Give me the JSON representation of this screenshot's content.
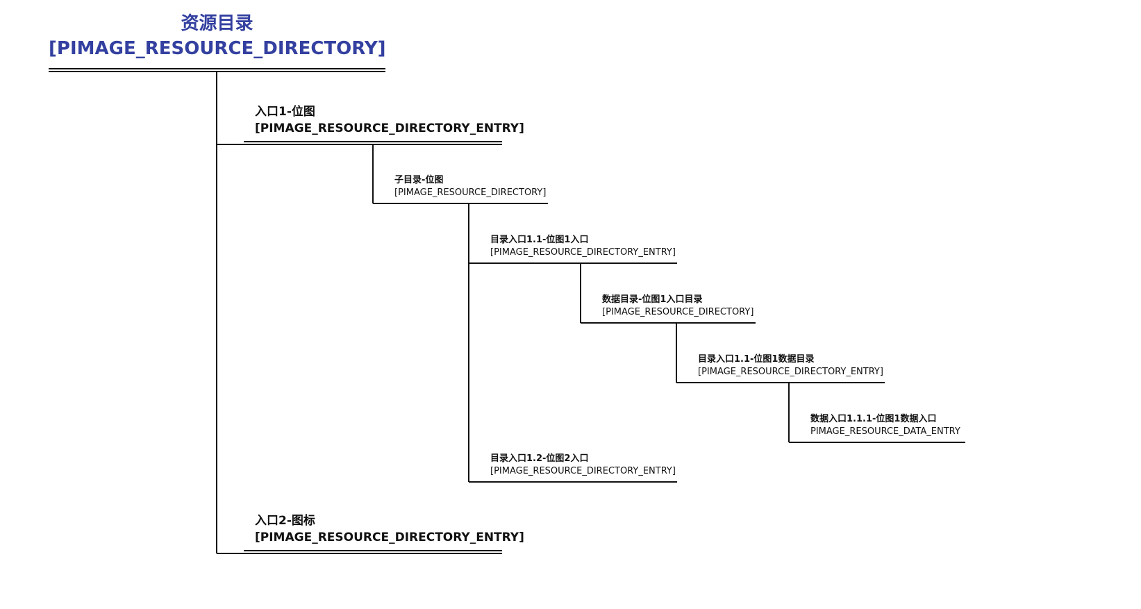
{
  "root": {
    "title": "资源目录",
    "type": "[PIMAGE_RESOURCE_DIRECTORY]"
  },
  "entry_1": {
    "title": "入口1-位图",
    "type": "[PIMAGE_RESOURCE_DIRECTORY_ENTRY]"
  },
  "subdir_bitmap": {
    "title": "子目录-位图",
    "type": "[PIMAGE_RESOURCE_DIRECTORY]"
  },
  "entry_1_1": {
    "title": "目录入口1.1-位图1入口",
    "type": "[PIMAGE_RESOURCE_DIRECTORY_ENTRY]"
  },
  "data_dir": {
    "title": "数据目录-位图1入口目录",
    "type": "[PIMAGE_RESOURCE_DIRECTORY]"
  },
  "entry_1_1_data": {
    "title": "目录入口1.1-位图1数据目录",
    "type": "[PIMAGE_RESOURCE_DIRECTORY_ENTRY]"
  },
  "data_entry": {
    "title": "数据入口1.1.1-位图1数据入口",
    "type": "PIMAGE_RESOURCE_DATA_ENTRY"
  },
  "entry_1_2": {
    "title": "目录入口1.2-位图2入口",
    "type": "[PIMAGE_RESOURCE_DIRECTORY_ENTRY]"
  },
  "entry_2": {
    "title": "入口2-图标",
    "type": "[PIMAGE_RESOURCE_DIRECTORY_ENTRY]"
  },
  "colors": {
    "root_title": "#3340a0",
    "lines": "#111111"
  }
}
